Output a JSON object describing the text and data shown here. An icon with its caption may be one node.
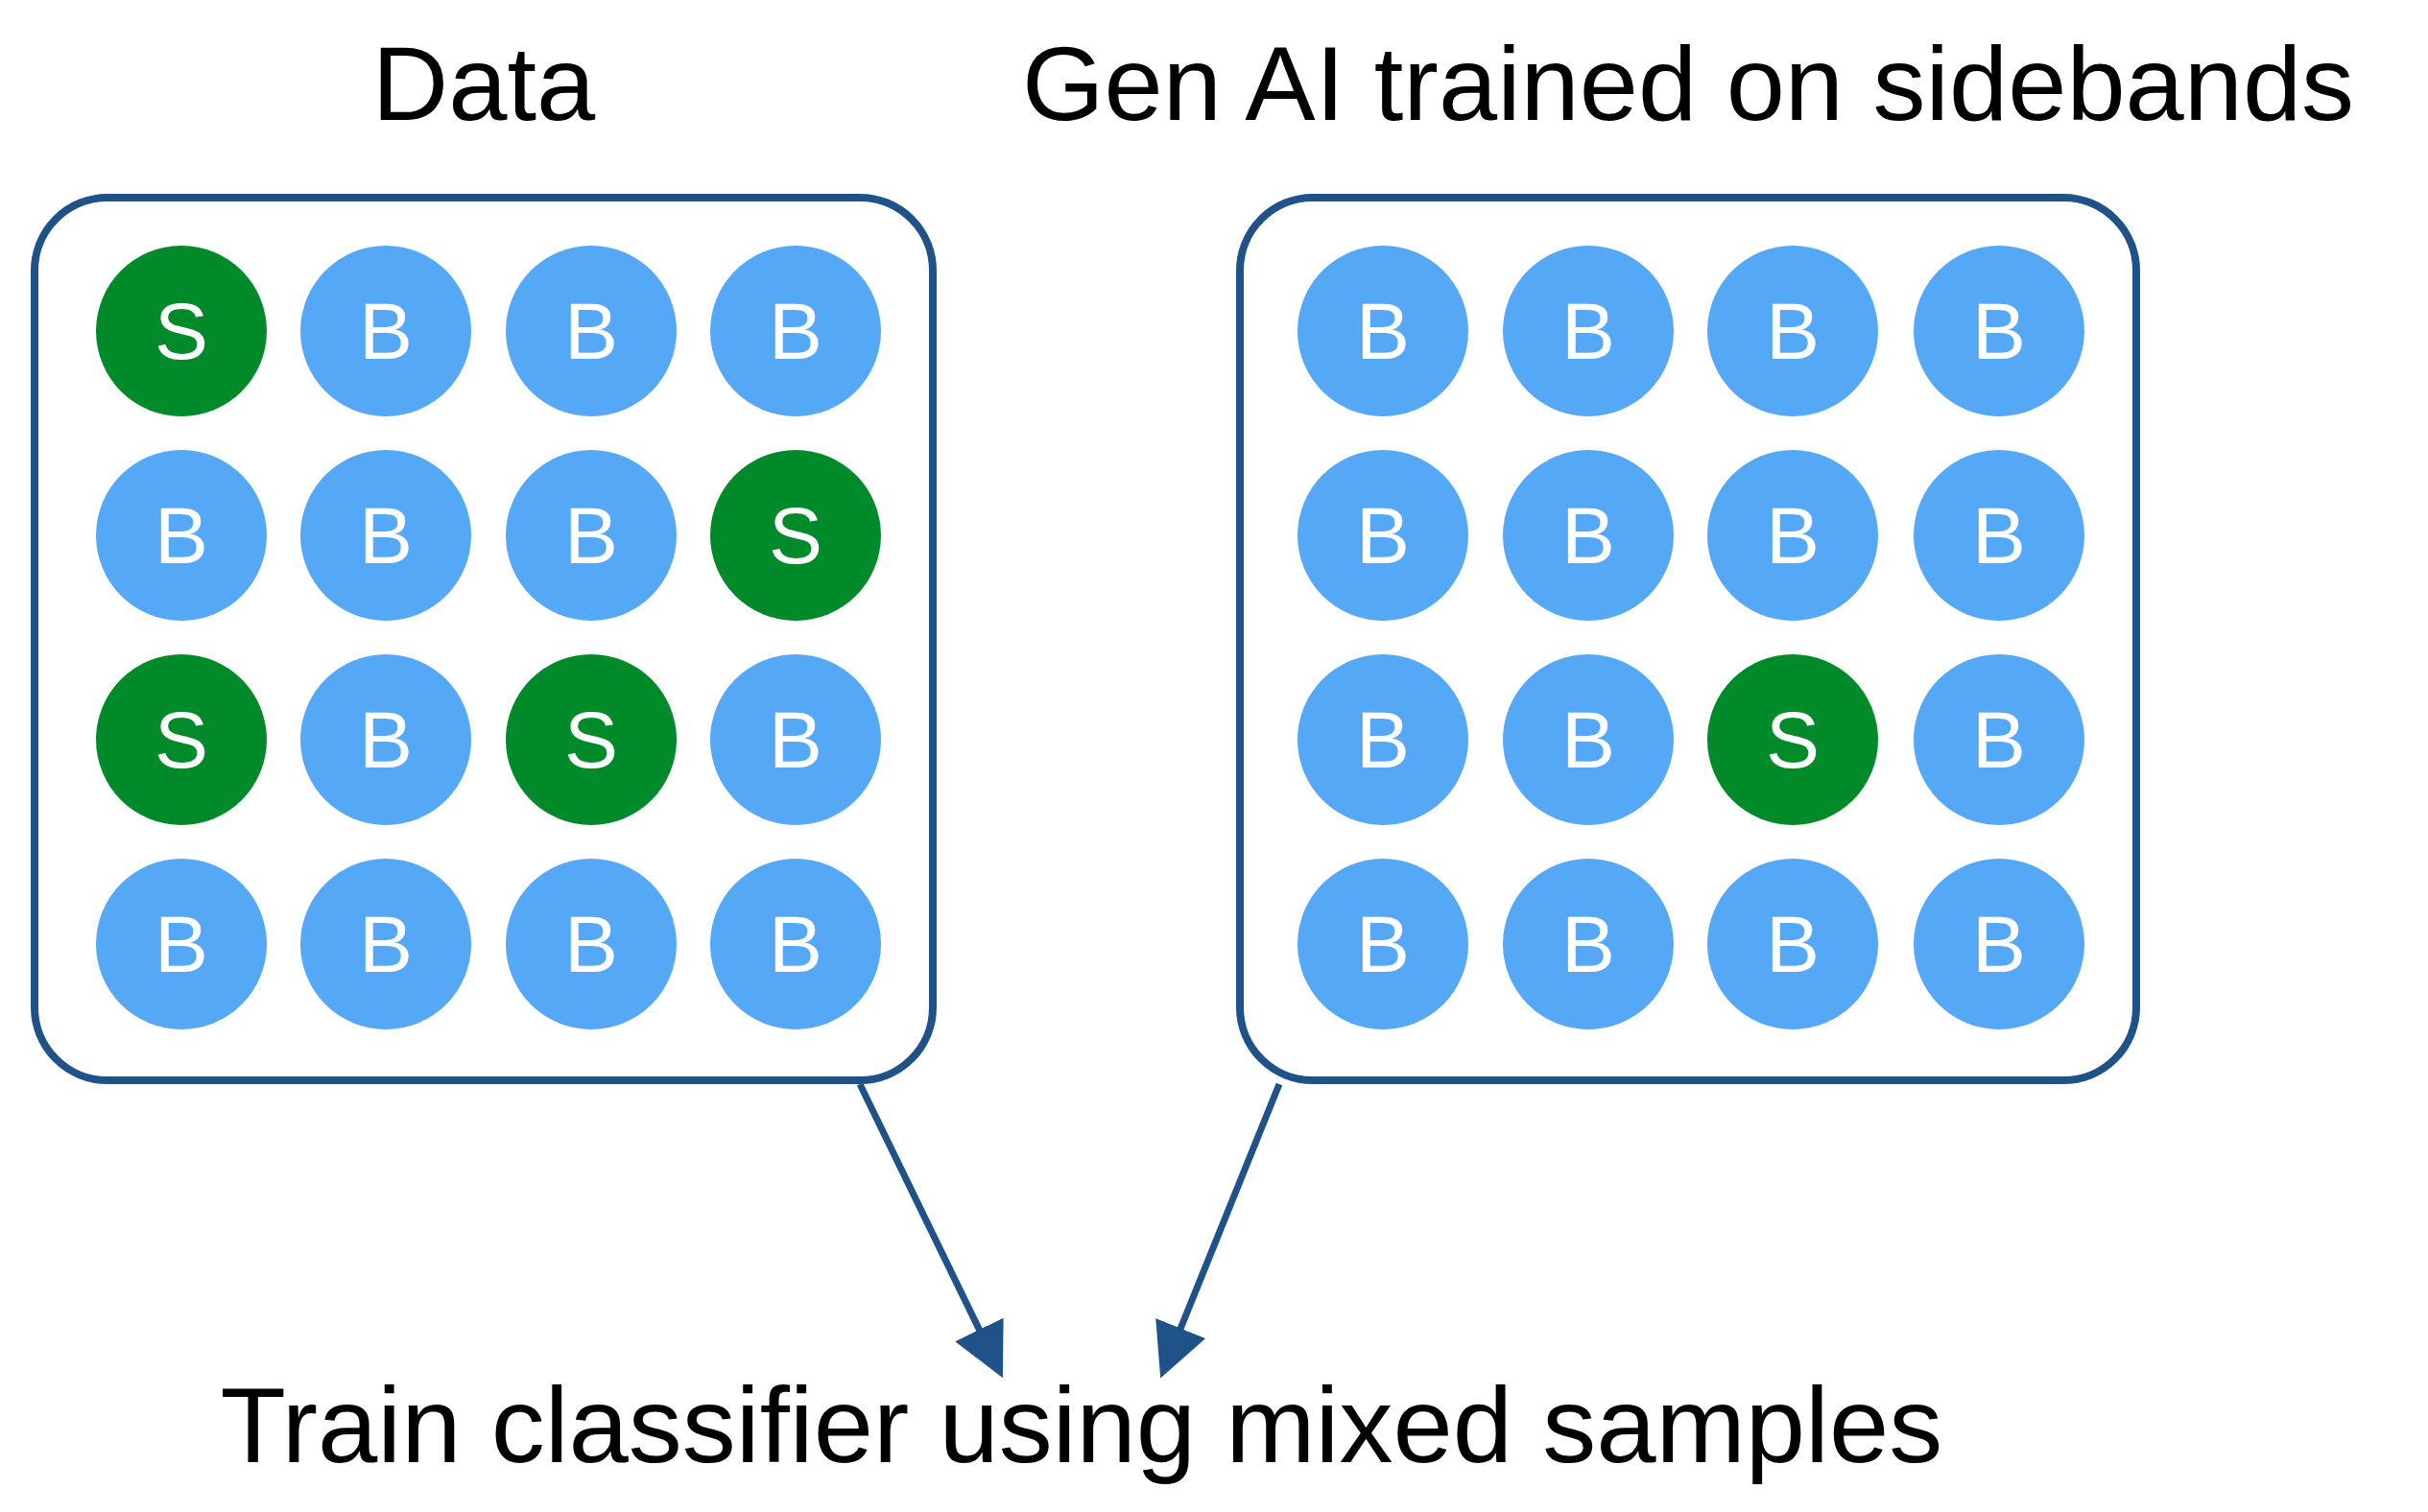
{
  "diagram": {
    "nodes": [
      {
        "text": [
          "Data"
        ]
      },
      {
        "text": [
          "S"
        ],
        "in": 0
      },
      {
        "text": [
          "B"
        ],
        "in": 0
      },
      {
        "text": [
          "B"
        ],
        "in": 0
      },
      {
        "text": [
          "B"
        ],
        "in": 0
      },
      {
        "text": [
          "B"
        ],
        "in": 0
      },
      {
        "text": [
          "B"
        ],
        "in": 0
      },
      {
        "text": [
          "B"
        ],
        "in": 0
      },
      {
        "text": [
          "S"
        ],
        "in": 0
      },
      {
        "text": [
          "S"
        ],
        "in": 0
      },
      {
        "text": [
          "B"
        ],
        "in": 0
      },
      {
        "text": [
          "S"
        ],
        "in": 0
      },
      {
        "text": [
          "B"
        ],
        "in": 0
      },
      {
        "text": [
          "B"
        ],
        "in": 0
      },
      {
        "text": [
          "B"
        ],
        "in": 0
      },
      {
        "text": [
          "B"
        ],
        "in": 0
      },
      {
        "text": [
          "B"
        ],
        "in": 0
      },
      {
        "text": [
          "Gen AI trained on sidebands"
        ]
      },
      {
        "text": [
          "B"
        ],
        "in": 17
      },
      {
        "text": [
          "B"
        ],
        "in": 17
      },
      {
        "text": [
          "B"
        ],
        "in": 17
      },
      {
        "text": [
          "B"
        ],
        "in": 17
      },
      {
        "text": [
          "B"
        ],
        "in": 17
      },
      {
        "text": [
          "B"
        ],
        "in": 17
      },
      {
        "text": [
          "B"
        ],
        "in": 17
      },
      {
        "text": [
          "B"
        ],
        "in": 17
      },
      {
        "text": [
          "B"
        ],
        "in": 17
      },
      {
        "text": [
          "B"
        ],
        "in": 17
      },
      {
        "text": [
          "S"
        ],
        "in": 17
      },
      {
        "text": [
          "B"
        ],
        "in": 17
      },
      {
        "text": [
          "B"
        ],
        "in": 17
      },
      {
        "text": [
          "B"
        ],
        "in": 17
      },
      {
        "text": [
          "B"
        ],
        "in": 17
      },
      {
        "text": [
          "B"
        ],
        "in": 17
      },
      {
        "text": [
          "Train classifier using mixed samples"
        ]
      }
    ],
    "edges": [
      {
        "from": 0,
        "to": 34,
        "arrow": "to"
      },
      {
        "from": 17,
        "to": 34,
        "arrow": "to"
      }
    ]
  }
}
